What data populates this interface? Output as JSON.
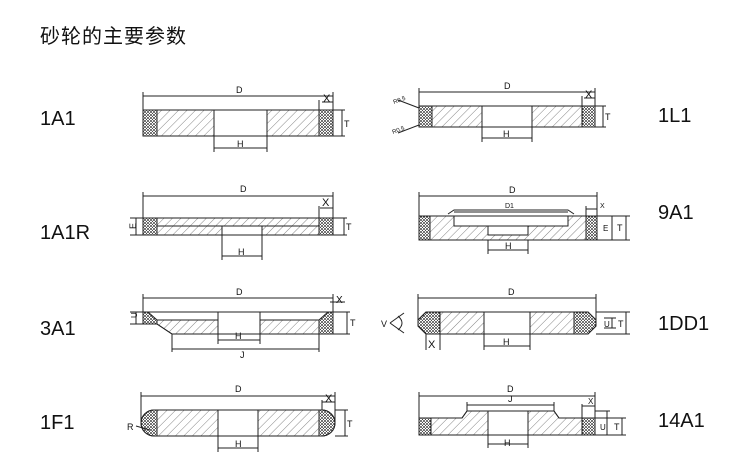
{
  "page": {
    "title": "砂轮的主要参数"
  },
  "wheels": [
    {
      "code": "1A1",
      "labels": {
        "D": "D",
        "H": "H",
        "X": "X",
        "T": "T"
      }
    },
    {
      "code": "1L1",
      "labels": {
        "D": "D",
        "H": "H",
        "X": "X",
        "T": "T",
        "R1": "R0.5",
        "R2": "R0.5"
      }
    },
    {
      "code": "1A1R",
      "labels": {
        "D": "D",
        "H": "H",
        "X": "X",
        "T": "T",
        "E": "E"
      }
    },
    {
      "code": "9A1",
      "labels": {
        "D": "D",
        "D1": "D1",
        "H": "H",
        "X": "X",
        "T": "T",
        "E": "E"
      }
    },
    {
      "code": "3A1",
      "labels": {
        "D": "D",
        "H": "H",
        "J": "J",
        "X": "X",
        "T": "T",
        "U": "U"
      }
    },
    {
      "code": "1DD1",
      "labels": {
        "D": "D",
        "H": "H",
        "X": "X",
        "T": "T",
        "U": "U",
        "V": "V"
      }
    },
    {
      "code": "1F1",
      "labels": {
        "D": "D",
        "H": "H",
        "X": "X",
        "T": "T",
        "R": "R"
      }
    },
    {
      "code": "14A1",
      "labels": {
        "D": "D",
        "J": "J",
        "H": "H",
        "X": "X",
        "T": "T",
        "U": "U"
      }
    }
  ]
}
